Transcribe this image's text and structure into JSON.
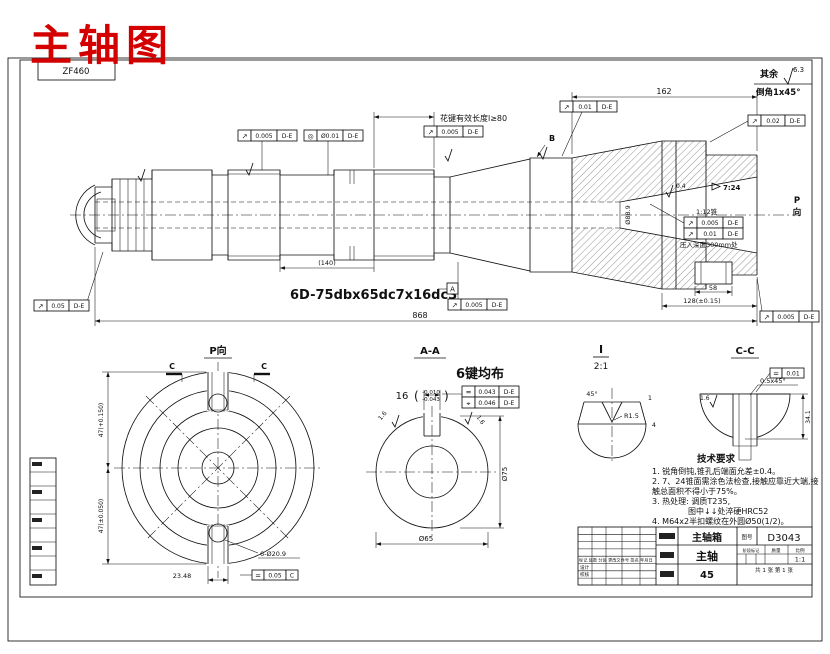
{
  "page": {
    "red_title": "主轴图",
    "corner_code": "ZF460"
  },
  "top_right": {
    "rest_label": "其余",
    "rest_value": "6.3",
    "chamfer_note": "倒角1x45°"
  },
  "main_view": {
    "spline_length_note": "花键有效长度l≥80",
    "spline_spec": "6D-75dbx65dc7x16dc3",
    "taper_724": "7:24",
    "taper_112": "1:12锥",
    "press_note": "压入深度300mm处",
    "p_dir_char1": "P",
    "p_dir_char2": "向",
    "datum_a": "A",
    "datum_b": "B",
    "dims": {
      "len_162": "162",
      "len_total": "868",
      "len_128": "128(±0.15)",
      "len_58": "58",
      "len_140": "(140)",
      "dia_889": "Ø88.9",
      "rough_04": "0.4"
    }
  },
  "p_view": {
    "title": "P向",
    "dim_47_upper": "47(+0.150)",
    "dim_47_lower": "47(±0.050)",
    "holes_note": "6-Ø20.9",
    "dim_2348": "23.48",
    "c_label_left": "C",
    "c_label_right": "C"
  },
  "aa_view": {
    "title": "A-A",
    "keys_note": "6键均布",
    "dim_16": "16",
    "paren_open": "(",
    "paren_close": ")",
    "tol_upper": "-0.010",
    "tol_lower": "-0.043",
    "rough_left": "1.6",
    "rough_right": "1.6",
    "dia_bottom": "Ø65",
    "dia_right": "Ø75"
  },
  "detail_i": {
    "title": "I",
    "scale": "2:1",
    "angle": "45°",
    "radius": "R1.5",
    "dim_1": "1",
    "dim_4": "4"
  },
  "cc_view": {
    "title": "C-C",
    "chamfer": "0.5x45°",
    "rough": "1.6",
    "dim_341": "34.1"
  },
  "frames": [
    {
      "sym": "↗",
      "val": "0.005",
      "datum": "D-E"
    },
    {
      "sym": "◎",
      "val": "Ø0.01",
      "datum": "D-E"
    },
    {
      "sym": "↗",
      "val": "0.005",
      "datum": "D-E"
    },
    {
      "sym": "↗",
      "val": "0.01",
      "datum": "D-E"
    },
    {
      "sym": "↗",
      "val": "0.02",
      "datum": "D-E"
    },
    {
      "sym": "↗",
      "val": "0.005",
      "datum": "D-E"
    },
    {
      "sym": "↗",
      "val": "0.01",
      "datum": "D-E"
    },
    {
      "sym": "↗",
      "val": "0.005",
      "datum": "D-E"
    },
    {
      "sym": "↗",
      "val": "0.05",
      "datum": "D-E"
    },
    {
      "sym": "↗",
      "val": "0.005",
      "datum": "D-E"
    },
    {
      "sym": "=",
      "val": "0.043",
      "datum": "D-E"
    },
    {
      "sym": "⌖",
      "val": "0.046",
      "datum": "D-E"
    },
    {
      "sym": "=",
      "val": "0.05",
      "datum": "C"
    },
    {
      "sym": "=",
      "val": "0.01",
      "datum": ""
    }
  ],
  "tech": {
    "title": "技术要求",
    "line1": "1. 锐角倒钝,锥孔后端面允差±0.4。",
    "line2": "2. 7、24锥面需涂色法检查,接触应靠近大端,接",
    "line3": "触总面积不得小于75%。",
    "line4": "3. 热处理: 调质T235,",
    "line5": "图中↓↓处淬硬HRC52",
    "line6": "4. M64x2半扣螺纹在外圆Ø50(1/2)。"
  },
  "title_block": {
    "product": "主轴箱",
    "no_label": "图号",
    "drawing_no": "D3043",
    "part_name": "主轴",
    "material": "45",
    "col_stage": "阶段标记",
    "col_mass": "质量",
    "col_scale": "比例",
    "scale": "1:1",
    "sheet": "共 1 张 第 1 张",
    "sig_design": "设计",
    "sig_check": "校核",
    "rev_row": "标记 处数 分区 更改文件号 签名 年月日"
  }
}
